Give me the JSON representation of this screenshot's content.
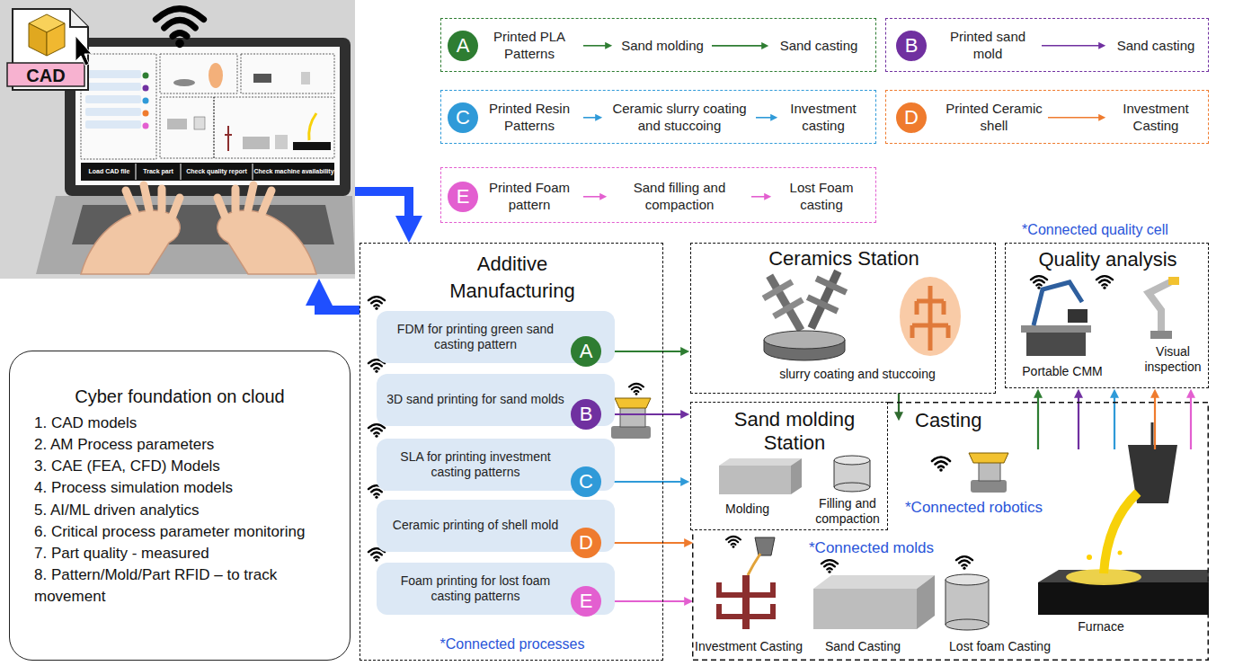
{
  "diagram": {
    "nodes": [
      {
        "text": []
      },
      {
        "text": [
          "A"
        ],
        "in": 0
      },
      {
        "text": [
          "Printed PLA Patterns"
        ],
        "in": 0
      },
      {
        "text": [
          "Sand molding"
        ],
        "in": 0
      },
      {
        "text": [
          "Sand casting"
        ],
        "in": 0
      },
      {
        "text": []
      },
      {
        "text": [
          "B"
        ],
        "in": 5
      },
      {
        "text": [
          "Printed sand mold"
        ],
        "in": 5
      },
      {
        "text": [
          "Sand casting"
        ],
        "in": 5
      },
      {
        "text": []
      },
      {
        "text": [
          "C"
        ],
        "in": 9
      },
      {
        "text": [
          "Printed Resin Patterns"
        ],
        "in": 9
      },
      {
        "text": [
          "Ceramic slurry coating and stuccoing"
        ],
        "in": 9
      },
      {
        "text": [
          "Investment casting"
        ],
        "in": 9
      },
      {
        "text": []
      },
      {
        "text": [
          "D"
        ],
        "in": 14
      },
      {
        "text": [
          "Printed Ceramic shell"
        ],
        "in": 14
      },
      {
        "text": [
          "Investment Casting"
        ],
        "in": 14
      },
      {
        "text": []
      },
      {
        "text": [
          "E"
        ],
        "in": 18
      },
      {
        "text": [
          "Printed Foam pattern"
        ],
        "in": 18
      },
      {
        "text": [
          "Sand filling and compaction"
        ],
        "in": 18
      },
      {
        "text": [
          "Lost Foam casting"
        ],
        "in": 18
      },
      {
        "text": [
          "Load CAD file",
          "Track part",
          "Check quality report",
          "Check machine availability"
        ]
      },
      {
        "text": [
          "Cyber foundation on cloud",
          "1. CAD models",
          "2. AM Process parameters",
          "3. CAE (FEA, CFD) Models",
          "4. Process simulation models",
          "5. AI/ML driven analytics",
          "6. Critical process parameter monitoring",
          "7. Part quality - measured",
          "8. Pattern/Mold/Part RFID – to track movement"
        ]
      },
      {
        "text": [
          "Additive Manufacturing",
          "*Connected processes"
        ]
      },
      {
        "text": [
          "FDM for printing green sand casting pattern"
        ],
        "in": 25
      },
      {
        "text": [
          "A"
        ],
        "in": 25
      },
      {
        "text": [
          "3D sand printing for sand molds"
        ],
        "in": 25
      },
      {
        "text": [
          "B"
        ],
        "in": 25
      },
      {
        "text": [
          "SLA for printing investment casting patterns"
        ],
        "in": 25
      },
      {
        "text": [
          "C"
        ],
        "in": 25
      },
      {
        "text": [
          "Ceramic printing of shell mold"
        ],
        "in": 25
      },
      {
        "text": [
          "D"
        ],
        "in": 25
      },
      {
        "text": [
          "Foam printing for lost foam casting patterns"
        ],
        "in": 25
      },
      {
        "text": [
          "E"
        ],
        "in": 25
      },
      {
        "text": [
          "Ceramics Station",
          "slurry coating and stuccoing"
        ]
      },
      {
        "text": [
          "*Connected quality cell",
          "Quality analysis",
          "Portable CMM",
          "Visual inspection"
        ]
      },
      {
        "text": [
          "Sand molding Station",
          "Molding",
          "Filling and compaction"
        ]
      },
      {
        "text": [
          "Casting",
          "*Connected robotics",
          "*Connected molds"
        ]
      },
      {
        "text": [
          "Investment Casting"
        ],
        "in": 39
      },
      {
        "text": [
          "Sand Casting"
        ],
        "in": 39
      },
      {
        "text": [
          "Lost foam Casting"
        ],
        "in": 39
      },
      {
        "text": [
          "Furnace"
        ],
        "in": 39
      }
    ],
    "edges": [
      {
        "from": 2,
        "to": 3,
        "arrow": "to"
      },
      {
        "from": 3,
        "to": 4,
        "arrow": "to"
      },
      {
        "from": 7,
        "to": 8,
        "arrow": "to"
      },
      {
        "from": 11,
        "to": 12,
        "arrow": "to"
      },
      {
        "from": 12,
        "to": 13,
        "arrow": "to"
      },
      {
        "from": 16,
        "to": 17,
        "arrow": "to"
      },
      {
        "from": 20,
        "to": 21,
        "arrow": "to"
      },
      {
        "from": 21,
        "to": 22,
        "arrow": "to"
      },
      {
        "from": 23,
        "to": 25,
        "arrow": "to"
      },
      {
        "from": 25,
        "to": 23,
        "arrow": "to"
      },
      {
        "from": 27,
        "to": 36,
        "arrow": "to"
      },
      {
        "from": 29,
        "to": 38,
        "arrow": "to"
      },
      {
        "from": 31,
        "to": 38,
        "arrow": "to"
      },
      {
        "from": 33,
        "to": 40,
        "arrow": "to"
      },
      {
        "from": 35,
        "to": 40,
        "arrow": "to"
      },
      {
        "from": 36,
        "to": 39,
        "arrow": "to"
      },
      {
        "from": 39,
        "to": 37,
        "arrow": "to"
      },
      {
        "from": 39,
        "to": 37,
        "arrow": "to"
      },
      {
        "from": 39,
        "to": 37,
        "arrow": "to"
      },
      {
        "from": 39,
        "to": 37,
        "arrow": "to"
      },
      {
        "from": 39,
        "to": 37,
        "arrow": "to"
      }
    ],
    "labels": [
      "CAD"
    ]
  }
}
